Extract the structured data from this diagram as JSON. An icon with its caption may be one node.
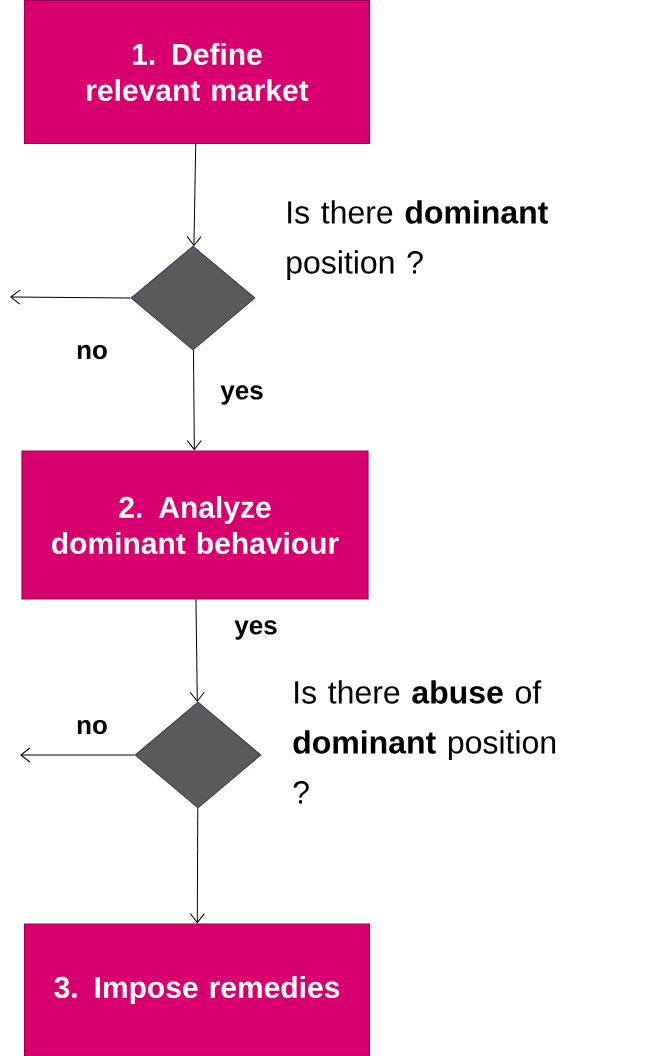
{
  "diagram": {
    "nodes": [
      {
        "text": [
          "1. Define relevant market"
        ]
      },
      {
        "text": [],
        "shape": "diamond",
        "beside": [
          "Is there **dominant** position ?"
        ]
      },
      {
        "text": [
          "2. Analyze dominant behaviour"
        ]
      },
      {
        "text": [],
        "shape": "diamond",
        "beside": [
          "Is there **abuse** of **dominant** position ?"
        ]
      },
      {
        "text": [
          "3. Impose remedies"
        ]
      }
    ],
    "edges": [
      {
        "from": 0,
        "to": 1,
        "arrow": "to"
      },
      {
        "from": 1,
        "to": null,
        "arrow": "to",
        "label": "no"
      },
      {
        "from": 1,
        "to": 2,
        "arrow": "to",
        "label": "yes"
      },
      {
        "from": 2,
        "to": 3,
        "arrow": "to",
        "label": "yes"
      },
      {
        "from": 3,
        "to": null,
        "arrow": "to",
        "label": "no"
      },
      {
        "from": 3,
        "to": 4,
        "arrow": "to"
      }
    ]
  }
}
